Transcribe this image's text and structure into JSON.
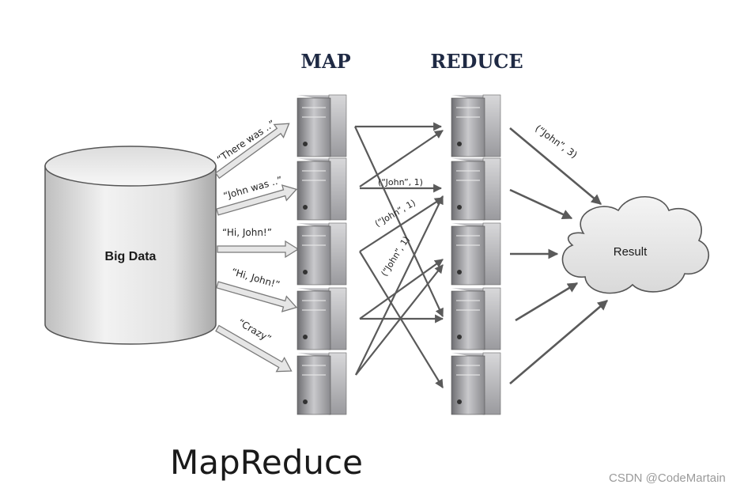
{
  "columns": {
    "map": "MAP",
    "reduce": "REDUCE"
  },
  "source": {
    "label": "Big Data"
  },
  "inputs": [
    "“There was ..”",
    "“John was ..”",
    "“Hi, John!”",
    "“Hi, John!”",
    "“Crazy”"
  ],
  "pairs": [
    "(“John”, 1)",
    "(“John”, 1)",
    "(“John”, 1)"
  ],
  "reduce_output": "(“John”, 3)",
  "result": {
    "label": "Result"
  },
  "caption": "MapReduce",
  "watermark": "CSDN @CodeMartain"
}
